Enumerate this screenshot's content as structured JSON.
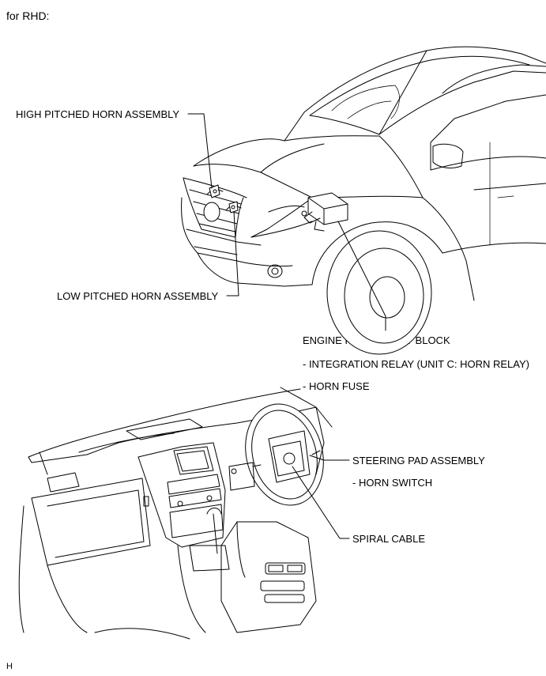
{
  "heading": "for RHD:",
  "labels": {
    "high_horn": "HIGH PITCHED HORN ASSEMBLY",
    "low_horn": "LOW PITCHED HORN ASSEMBLY",
    "relay_block": "ENGINE ROOM RELAY BLOCK",
    "integration_relay": "- INTEGRATION RELAY (UNIT C: HORN RELAY)",
    "horn_fuse": "- HORN FUSE",
    "steering_pad": "STEERING PAD ASSEMBLY",
    "horn_switch": "- HORN SWITCH",
    "spiral_cable": "SPIRAL CABLE"
  },
  "footer_code": "H"
}
